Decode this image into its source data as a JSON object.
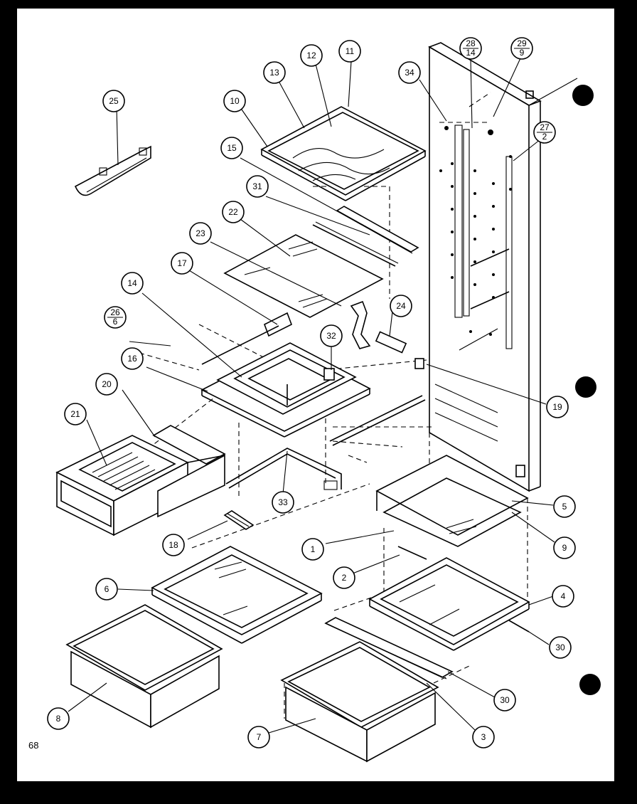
{
  "page": {
    "number": "68"
  },
  "callouts": [
    {
      "id": "c1",
      "label": "1"
    },
    {
      "id": "c2",
      "label": "2"
    },
    {
      "id": "c3",
      "label": "3"
    },
    {
      "id": "c4",
      "label": "4"
    },
    {
      "id": "c5",
      "label": "5"
    },
    {
      "id": "c6",
      "label": "6"
    },
    {
      "id": "c7",
      "label": "7"
    },
    {
      "id": "c8",
      "label": "8"
    },
    {
      "id": "c9",
      "label": "9"
    },
    {
      "id": "c10",
      "label": "10"
    },
    {
      "id": "c11",
      "label": "11"
    },
    {
      "id": "c12",
      "label": "12"
    },
    {
      "id": "c13",
      "label": "13"
    },
    {
      "id": "c14",
      "label": "14"
    },
    {
      "id": "c15",
      "label": "15"
    },
    {
      "id": "c16",
      "label": "16"
    },
    {
      "id": "c17",
      "label": "17"
    },
    {
      "id": "c18",
      "label": "18"
    },
    {
      "id": "c19",
      "label": "19"
    },
    {
      "id": "c20",
      "label": "20"
    },
    {
      "id": "c21",
      "label": "21"
    },
    {
      "id": "c22",
      "label": "22"
    },
    {
      "id": "c23",
      "label": "23"
    },
    {
      "id": "c24",
      "label": "24"
    },
    {
      "id": "c25",
      "label": "25"
    },
    {
      "id": "c26",
      "label": "26",
      "sub": "6"
    },
    {
      "id": "c27",
      "label": "27",
      "sub": "2"
    },
    {
      "id": "c28",
      "label": "28",
      "sub": "14"
    },
    {
      "id": "c29",
      "label": "29",
      "sub": "9"
    },
    {
      "id": "c30a",
      "label": "30"
    },
    {
      "id": "c30b",
      "label": "30"
    },
    {
      "id": "c31",
      "label": "31"
    },
    {
      "id": "c32",
      "label": "32"
    },
    {
      "id": "c33",
      "label": "33"
    },
    {
      "id": "c34",
      "label": "34"
    }
  ]
}
